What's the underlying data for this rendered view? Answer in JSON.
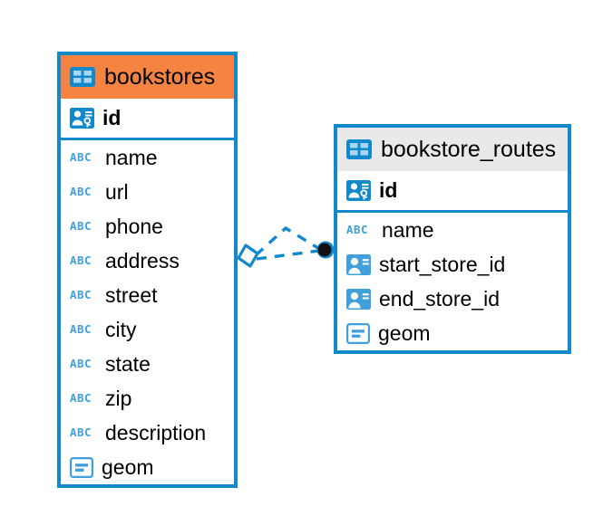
{
  "diagram": {
    "type": "entity-relationship-diagram",
    "background": "#ffffff",
    "accent_blue": "#1289CA",
    "icon_blue": "#3FA0DC",
    "header_orange": "#F58442",
    "header_gray": "#E9E9E9"
  },
  "tables": [
    {
      "name": "bookstores",
      "title": "bookstores",
      "header_style": "orange",
      "table_icon": "table-icon",
      "fields": [
        {
          "label": "id",
          "icon": "primary-key-icon",
          "key": "primary"
        },
        {
          "label": "name",
          "icon": "abc-text-icon",
          "key": "none"
        },
        {
          "label": "url",
          "icon": "abc-text-icon",
          "key": "none"
        },
        {
          "label": "phone",
          "icon": "abc-text-icon",
          "key": "none"
        },
        {
          "label": "address",
          "icon": "abc-text-icon",
          "key": "none"
        },
        {
          "label": "street",
          "icon": "abc-text-icon",
          "key": "none"
        },
        {
          "label": "city",
          "icon": "abc-text-icon",
          "key": "none"
        },
        {
          "label": "state",
          "icon": "abc-text-icon",
          "key": "none"
        },
        {
          "label": "zip",
          "icon": "abc-text-icon",
          "key": "none"
        },
        {
          "label": "description",
          "icon": "abc-text-icon",
          "key": "none"
        },
        {
          "label": "geom",
          "icon": "geometry-icon",
          "key": "none"
        }
      ]
    },
    {
      "name": "bookstore_routes",
      "title": "bookstore_routes",
      "header_style": "gray",
      "table_icon": "table-icon",
      "fields": [
        {
          "label": "id",
          "icon": "primary-key-icon",
          "key": "primary"
        },
        {
          "label": "name",
          "icon": "abc-text-icon",
          "key": "none"
        },
        {
          "label": "start_store_id",
          "icon": "foreign-key-icon",
          "key": "foreign"
        },
        {
          "label": "end_store_id",
          "icon": "foreign-key-icon",
          "key": "foreign"
        },
        {
          "label": "geom",
          "icon": "geometry-icon",
          "key": "none"
        }
      ]
    }
  ],
  "relationship": {
    "style": "dashed",
    "color": "#1289CA",
    "source_marker": "diamond-marker",
    "target_marker": "filled-circle-marker",
    "label": "",
    "abc_icon_text": "ABC"
  }
}
